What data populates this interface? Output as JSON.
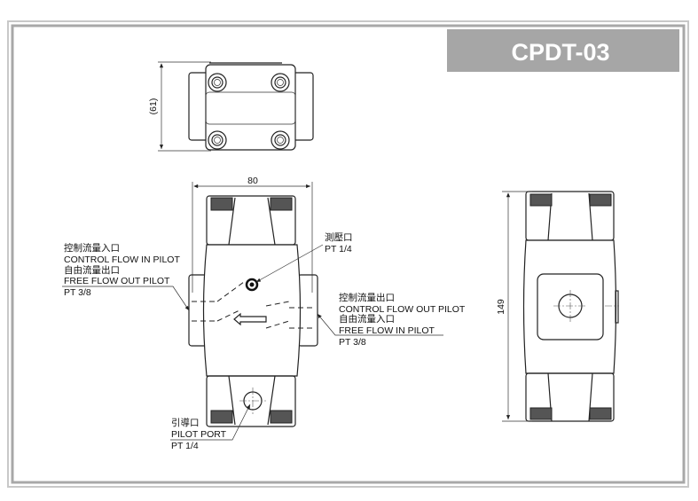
{
  "model": "CPDT-03",
  "dimensions": {
    "height_top_view": "(61)",
    "width": "80",
    "length": "149"
  },
  "labels": {
    "left_port": {
      "zh_1": "控制流量入口",
      "en_1": "CONTROL FLOW IN PILOT",
      "zh_2": "自由流量出口",
      "en_2": "FREE FLOW OUT PILOT",
      "size": "PT 3/8"
    },
    "gauge_port": {
      "zh": "測壓口",
      "size": "PT 1/4"
    },
    "right_port": {
      "zh_1": "控制流量出口",
      "en_1": "CONTROL FLOW OUT PILOT",
      "zh_2": "自由流量入口",
      "en_2": "FREE FLOW IN PILOT",
      "size": "PT 3/8"
    },
    "pilot_port": {
      "zh": "引導口",
      "en": "PILOT PORT",
      "size": "PT 1/4"
    }
  },
  "colors": {
    "title_bg": "#a6a6a6",
    "frame": "#b3b3b3"
  }
}
